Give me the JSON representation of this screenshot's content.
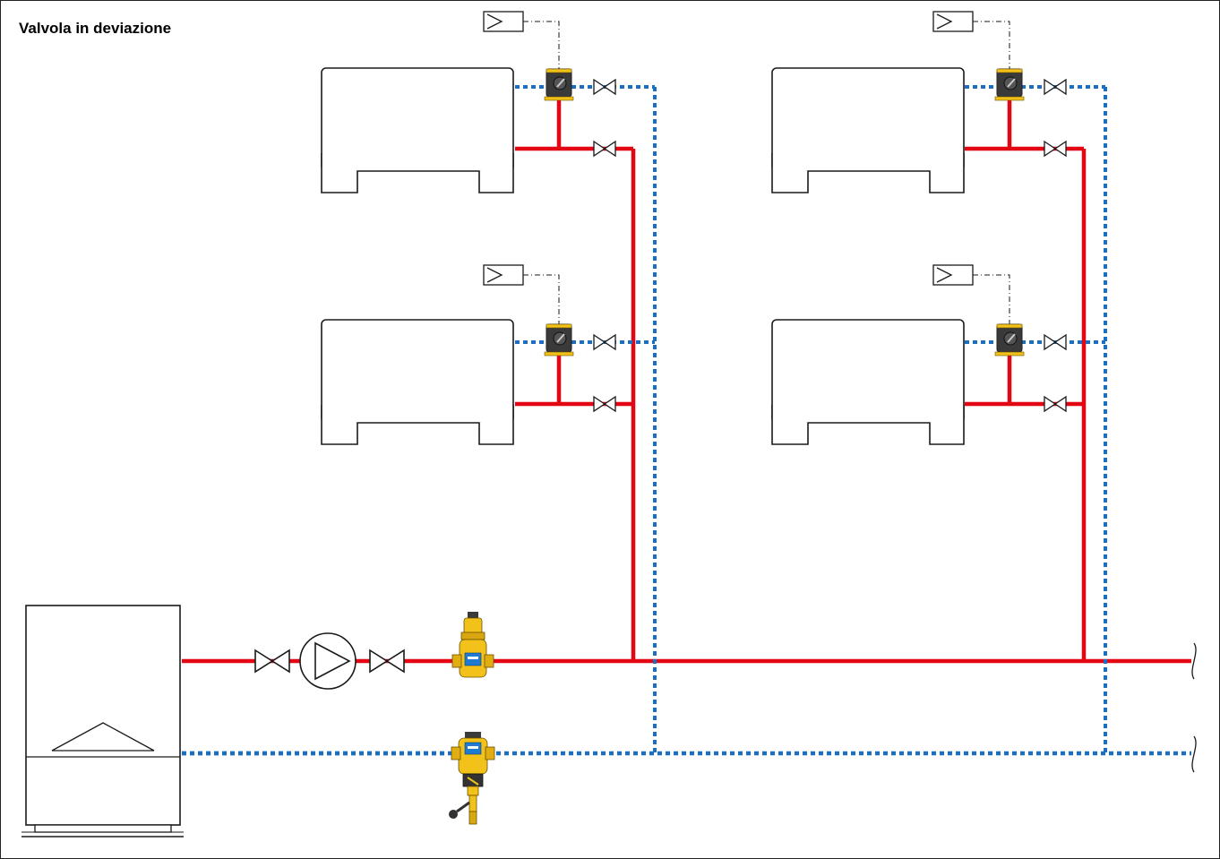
{
  "title": "Valvola in deviazione",
  "colors": {
    "supply_pipe": "#e30613",
    "return_pipe": "#1a6fc2",
    "outline": "#1a1a1a",
    "brass": "#f2c21b",
    "actuator": "#3a3a3a"
  },
  "components": {
    "heat_generator": "boiler-icon",
    "pump": "circulator-pump-icon",
    "isolation_valves": "gate-valve-icon",
    "air_separator": "air-separator-icon",
    "dirt_separator": "dirt-separator-icon",
    "terminal_units": [
      "fan-coil-1",
      "fan-coil-2",
      "fan-coil-3",
      "fan-coil-4"
    ],
    "three_way_valves": "diverting-valve-icon",
    "thermostats": "thermostat-icon"
  }
}
